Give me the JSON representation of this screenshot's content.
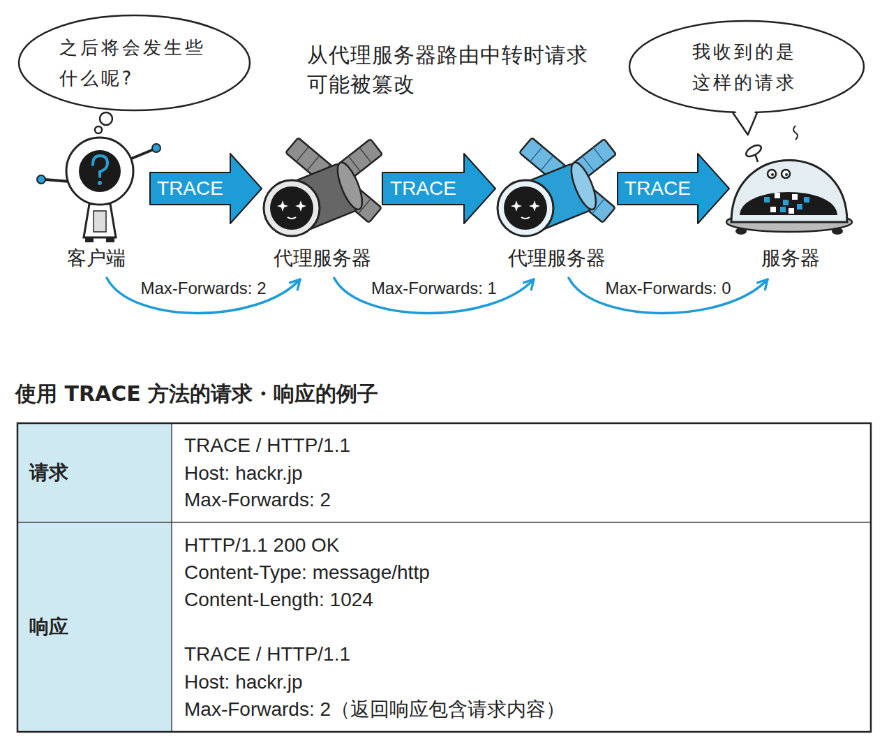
{
  "diagram": {
    "title": "使用 TRACE 方法的请求・响应的例子",
    "nodes": [
      {
        "text": [
          "之后将会发生些 什么呢?"
        ]
      },
      {
        "text": [
          "我收到的是 这样的请求"
        ]
      },
      {
        "text": [
          "客户端"
        ]
      },
      {
        "text": [
          "代理服务器"
        ]
      },
      {
        "text": [
          "代理服务器"
        ]
      },
      {
        "text": [
          "服务器"
        ]
      }
    ],
    "edges": [
      {
        "from": 2,
        "to": 3,
        "arrow": "to",
        "label": "TRACE"
      },
      {
        "from": 3,
        "to": 4,
        "arrow": "to",
        "label": "TRACE"
      },
      {
        "from": 4,
        "to": 5,
        "arrow": "to",
        "label": "TRACE"
      },
      {
        "from": 2,
        "to": 3,
        "arrow": "to",
        "label": "Max-Forwards: 2"
      },
      {
        "from": 3,
        "to": 4,
        "arrow": "to",
        "label": "Max-Forwards: 1"
      },
      {
        "from": 4,
        "to": 5,
        "arrow": "to",
        "label": "Max-Forwards: 0"
      }
    ],
    "labels": [
      "从代理服务器路由中转时请求 可能被篡改",
      "请求",
      "TRACE / HTTP/1.1",
      "Host: hackr.jp",
      "Max-Forwards: 2",
      "响应",
      "HTTP/1.1 200 OK",
      "Content-Type: message/http",
      "Content-Length: 1024",
      "TRACE / HTTP/1.1",
      "Host: hackr.jp",
      "Max-Forwards: 2（返回响应包含请求内容）"
    ]
  }
}
